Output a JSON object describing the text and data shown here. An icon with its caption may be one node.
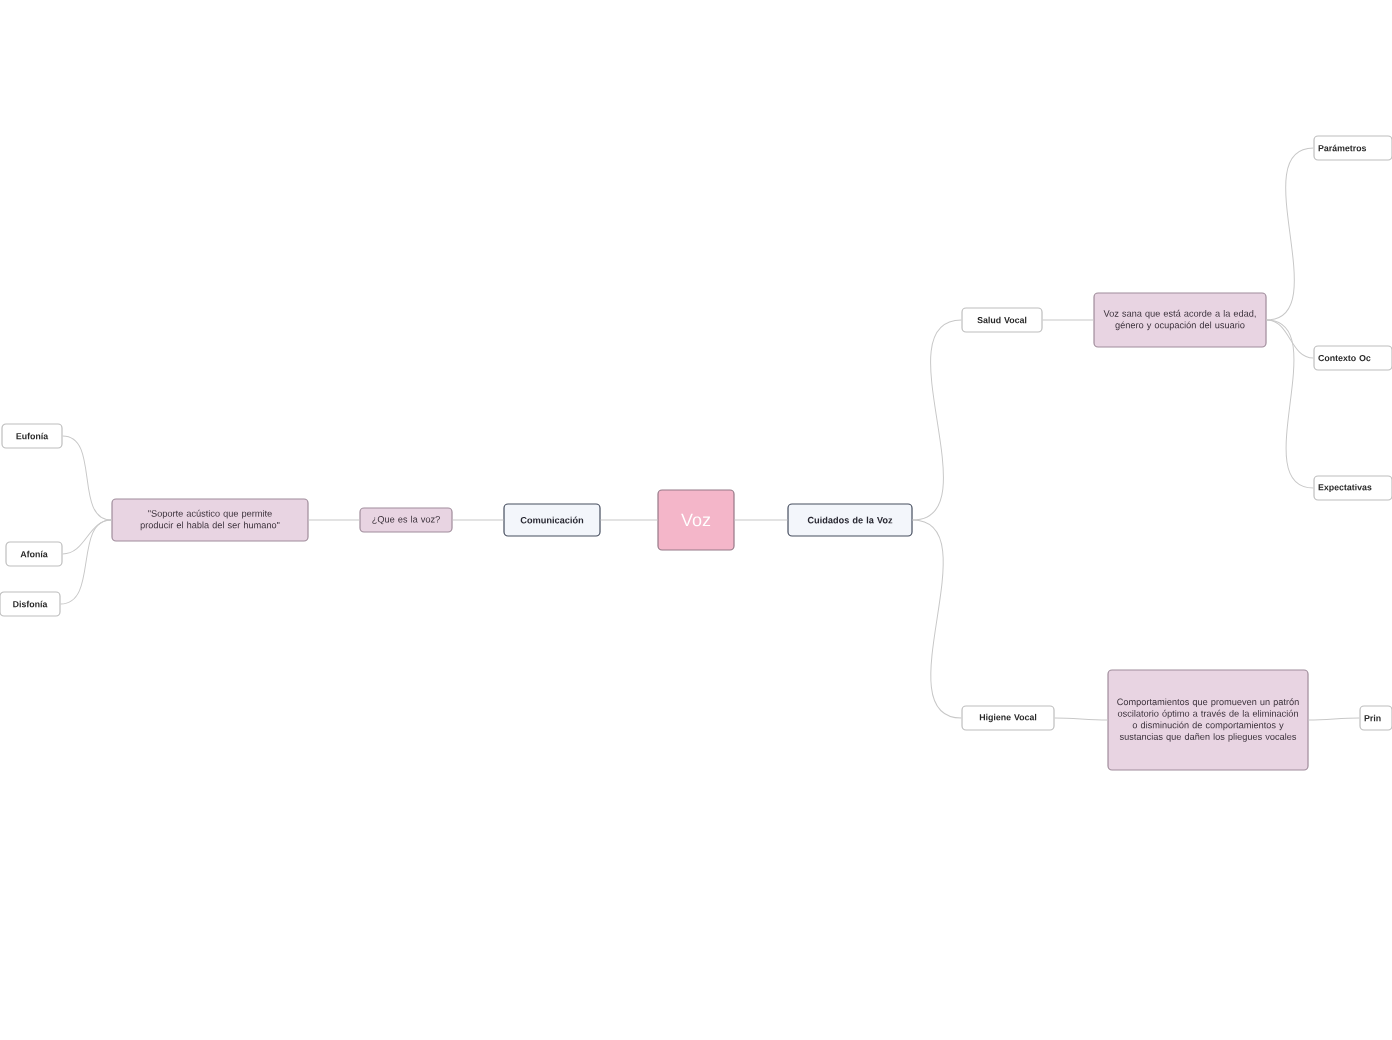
{
  "diagram": {
    "nodes": [
      {
        "text": [
          "Voz"
        ]
      },
      {
        "text": [
          "Comunicación"
        ]
      },
      {
        "text": [
          "¿Que es la voz?"
        ]
      },
      {
        "text": [
          "\"Soporte acústico que permite producir el habla del ser humano\""
        ]
      },
      {
        "text": [
          "Eufonía"
        ]
      },
      {
        "text": [
          "Afonía"
        ]
      },
      {
        "text": [
          "Disfonía"
        ]
      },
      {
        "text": [
          "Cuidados de la Voz"
        ]
      },
      {
        "text": [
          "Salud Vocal"
        ]
      },
      {
        "text": [
          "Voz sana que está acorde a la edad, género y ocupación del usuario"
        ]
      },
      {
        "text": [
          "Parámetros"
        ]
      },
      {
        "text": [
          "Contexto Oc"
        ]
      },
      {
        "text": [
          "Expectativas"
        ]
      },
      {
        "text": [
          "Higiene Vocal"
        ]
      },
      {
        "text": [
          "Comportamientos que promueven un patrón oscilatorio óptimo a través de la eliminación o disminución de comportamientos y sustancias que dañen los pliegues vocales"
        ]
      },
      {
        "text": [
          "Prin"
        ]
      }
    ],
    "edges": [
      {
        "from": 0,
        "to": 1,
        "arrow": "none"
      },
      {
        "from": 1,
        "to": 2,
        "arrow": "none"
      },
      {
        "from": 2,
        "to": 3,
        "arrow": "none"
      },
      {
        "from": 3,
        "to": 4,
        "arrow": "none"
      },
      {
        "from": 3,
        "to": 5,
        "arrow": "none"
      },
      {
        "from": 3,
        "to": 6,
        "arrow": "none"
      },
      {
        "from": 0,
        "to": 7,
        "arrow": "none"
      },
      {
        "from": 7,
        "to": 8,
        "arrow": "none"
      },
      {
        "from": 7,
        "to": 13,
        "arrow": "none"
      },
      {
        "from": 8,
        "to": 9,
        "arrow": "none"
      },
      {
        "from": 9,
        "to": 10,
        "arrow": "none"
      },
      {
        "from": 9,
        "to": 11,
        "arrow": "none"
      },
      {
        "from": 9,
        "to": 12,
        "arrow": "none"
      },
      {
        "from": 13,
        "to": 14,
        "arrow": "none"
      },
      {
        "from": 14,
        "to": 15,
        "arrow": "none"
      }
    ]
  }
}
